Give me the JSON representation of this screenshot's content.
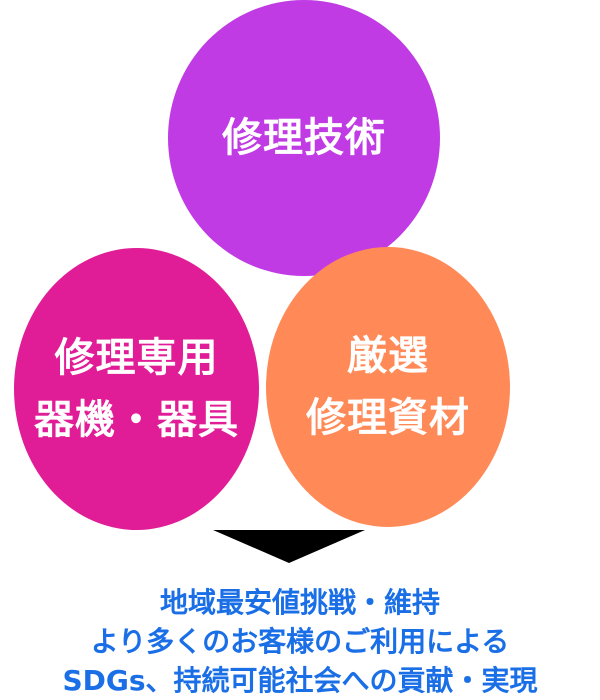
{
  "diagram": {
    "top_circle": {
      "lines": [
        "修理技術"
      ],
      "color": "#c13be4"
    },
    "left_circle": {
      "lines": [
        "修理専用",
        "器機・器具"
      ],
      "color": "#e01d96"
    },
    "right_circle": {
      "lines": [
        "厳選",
        "修理資材"
      ],
      "color": "#ff8a58"
    },
    "arrow": {
      "icon": "down-triangle-arrow-icon",
      "color": "#000000"
    },
    "result": {
      "color": "#1a6fe6",
      "lines": [
        "地域最安値挑戦・維持",
        "より多くのお客様のご利用による",
        "SDGs、持続可能社会への貢献・実現"
      ]
    }
  }
}
